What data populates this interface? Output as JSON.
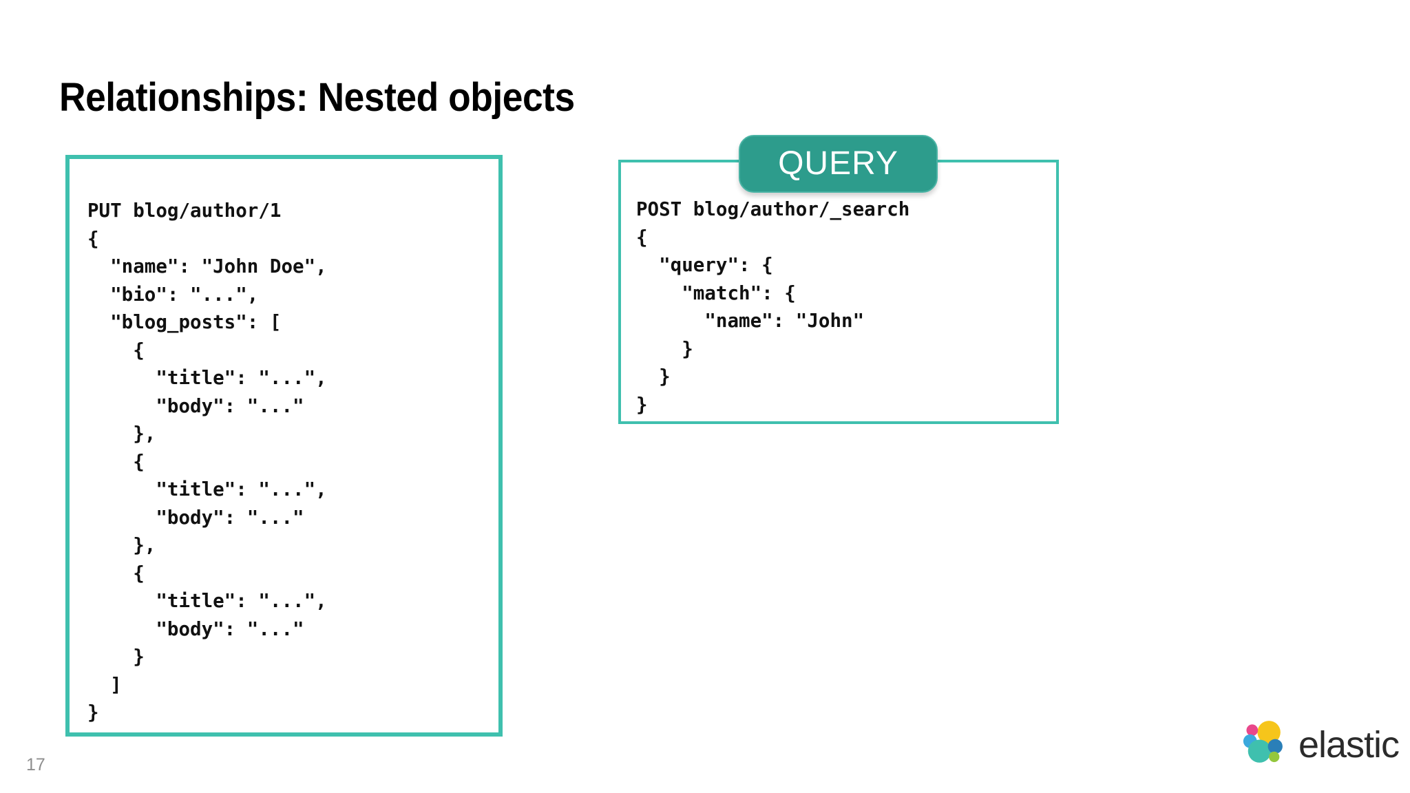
{
  "slide": {
    "title": "Relationships: Nested objects",
    "page_number": "17"
  },
  "theme": {
    "accent_teal": "#3fc0ae",
    "badge_teal": "#2d9c8c",
    "text_black": "#111111",
    "page_number_gray": "#8e8e8e"
  },
  "left_panel": {
    "name": "index-document-example",
    "code": "PUT blog/author/1\n{\n  \"name\": \"John Doe\",\n  \"bio\": \"...\",\n  \"blog_posts\": [\n    {\n      \"title\": \"...\",\n      \"body\": \"...\"\n    },\n    {\n      \"title\": \"...\",\n      \"body\": \"...\"\n    },\n    {\n      \"title\": \"...\",\n      \"body\": \"...\"\n    }\n  ]\n}"
  },
  "right_panel": {
    "name": "search-query-example",
    "badge_label": "QUERY",
    "code": "POST blog/author/_search\n{\n  \"query\": {\n    \"match\": {\n      \"name\": \"John\"\n    }\n  }\n}"
  },
  "brand": {
    "wordmark": "elastic",
    "logo_icon": "elastic-logo-icon",
    "logo_colors": {
      "yellow": "#f6c51b",
      "pink": "#e9478b",
      "blue": "#3ba9dd",
      "teal": "#3fc0ae",
      "green": "#94c73d",
      "dark_blue": "#2a7fb8"
    }
  }
}
